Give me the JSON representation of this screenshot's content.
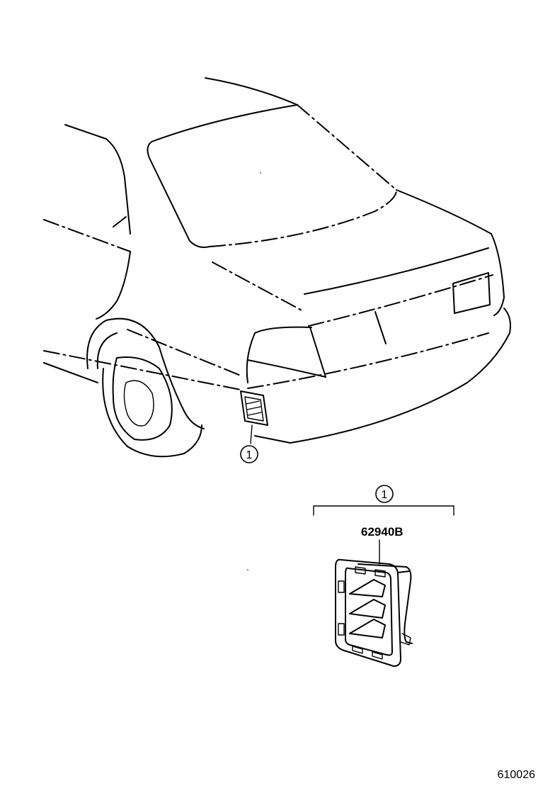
{
  "callouts": {
    "car_marker": "1",
    "detail_marker": "1"
  },
  "part": {
    "number": "62940B"
  },
  "figure": {
    "code": "610026"
  }
}
